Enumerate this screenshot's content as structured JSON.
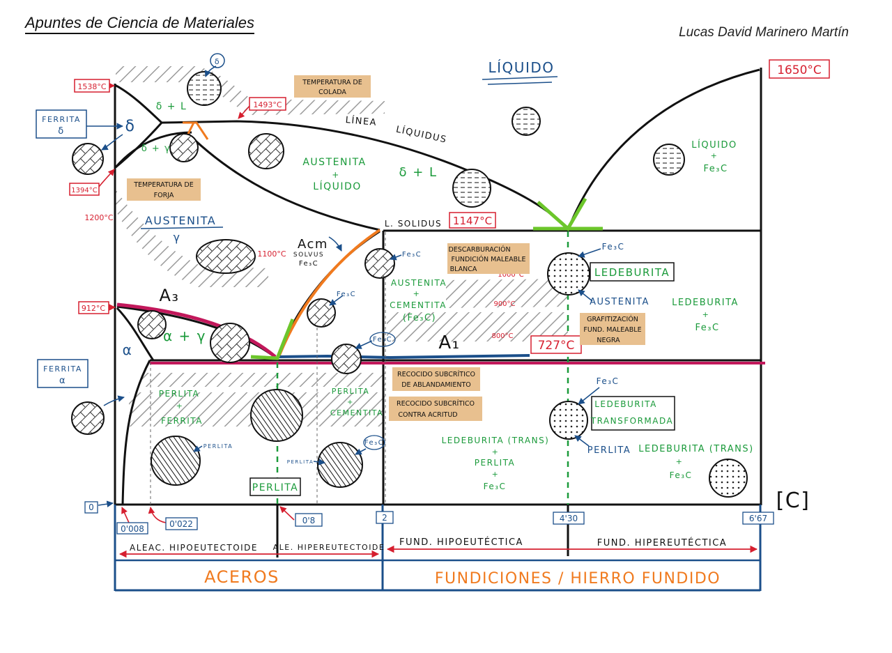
{
  "header": {
    "title": "Apuntes de Ciencia de Materiales",
    "author": "Lucas David Marinero Martín"
  },
  "colors": {
    "ink": "#111111",
    "blue": "#1b4f8a",
    "green": "#1a9a3a",
    "red": "#d61f2f",
    "orange": "#f07a1e",
    "magenta": "#c2185b",
    "lime": "#6cc62b",
    "hatch": "#9a9a9a",
    "tag": "#e8c08f"
  },
  "temperatures": {
    "t1538": "1538°C",
    "t1493": "1493°C",
    "t1394": "1394°C",
    "t1200": "1200°C",
    "t1147": "1147°C",
    "t1100": "1100°C",
    "t1000": "1000°C",
    "t912": "912°C",
    "t900": "900°C",
    "t800": "800°C",
    "t727": "727°C",
    "t1650": "1650°C"
  },
  "phases": {
    "liquido": "LÍQUIDO",
    "delta_l": "δ + L",
    "delta_l2": "δ + L",
    "delta": "δ",
    "delta_gamma": "δ + γ",
    "austenita_liquido_1": "AUSTENITA",
    "austenita_liquido_2": "+",
    "austenita_liquido_3": "LÍQUIDO",
    "austenita": "AUSTENITA",
    "gamma": "γ",
    "alpha_gamma": "α + γ",
    "alpha": "α",
    "liquido_fe3c_1": "LÍQUIDO",
    "liquido_fe3c_2": "+",
    "liquido_fe3c_3": "Fe₃C",
    "ledeburita": "LEDEBURITA",
    "ledeburita_fe3c_1": "LEDEBURITA",
    "ledeburita_fe3c_2": "+",
    "ledeburita_fe3c_3": "Fe₃C",
    "aus_cem_1": "AUSTENITA",
    "aus_cem_2": "+",
    "aus_cem_3": "CEMENTITA",
    "aus_cem_4": "(Fe₃C)",
    "perl_ferr_1": "PERLITA",
    "perl_ferr_2": "+",
    "perl_ferr_3": "FERRITA",
    "perl_cem_1": "PERLITA",
    "perl_cem_2": "+",
    "perl_cem_3": "CEMENTITA",
    "ledtrans_perl_1": "LEDEBURITA (TRANS)",
    "ledtrans_perl_2": "+",
    "ledtrans_perl_3": "PERLITA",
    "ledtrans_perl_4": "+",
    "ledtrans_perl_5": "Fe₃C",
    "ledtrans_fe3c_1": "LEDEBURITA (TRANS)",
    "ledtrans_fe3c_2": "+",
    "ledtrans_fe3c_3": "Fe₃C"
  },
  "labels": {
    "ferrita_delta_1": "FERRITA",
    "ferrita_delta_2": "δ",
    "ferrita_alpha_1": "FERRITA",
    "ferrita_alpha_2": "α",
    "linea": "LÍNEA",
    "liquidus": "LÍQUIDUS",
    "l_solidus": "L. SOLIDUS",
    "a3": "A₃",
    "acm": "Acm",
    "solvus_1": "SOLVUS",
    "solvus_2": "Fe₃C",
    "a1": "A₁",
    "fe3c": "Fe₃C",
    "austenita_blue": "AUSTENITA",
    "perlita_blue": "PERLITA",
    "perlita_small": "PERLITA",
    "perlita_small2": "PERLITA",
    "perlita_box": "PERLITA",
    "ledeburita_box": "LEDEBURITA",
    "ledeb_trans_1": "LEDEBURITA",
    "ledeb_trans_2": "TRANSFORMADA",
    "c_axis": "[C]"
  },
  "tags": {
    "colada_1": "TEMPERATURA DE",
    "colada_2": "COLADA",
    "forja_1": "TEMPERATURA DE",
    "forja_2": "FORJA",
    "descarb_1": "DESCARBURACIÓN",
    "descarb_2": "FUNDICIÓN MALEABLE",
    "descarb_3": "BLANCA",
    "grafit_1": "GRAFITIZACIÓN",
    "grafit_2": "FUND. MALEABLE",
    "grafit_3": "NEGRA",
    "recocido_ablan_1": "RECOCIDO SUBCRÍTICO",
    "recocido_ablan_2": "DE ABLANDAMIENTO",
    "recocido_acr_1": "RECOCIDO SUBCRÍTICO",
    "recocido_acr_2": "CONTRA ACRITUD"
  },
  "composition": {
    "c0": "0",
    "c0008": "0'008",
    "c0022": "0'022",
    "c08": "0'8",
    "c2": "2",
    "c430": "4'30",
    "c667": "6'67"
  },
  "bottom": {
    "hipoeutectoide": "ALEAC. HIPOEUTECTOIDE",
    "hipereutectoide": "ALE. HIPEREUTECTOIDE",
    "fund_hipo": "FUND. HIPOEUTÉCTICA",
    "fund_hiper": "FUND. HIPEREUTÉCTICA",
    "aceros": "ACEROS",
    "fundiciones": "FUNDICIONES / HIERRO FUNDIDO"
  }
}
